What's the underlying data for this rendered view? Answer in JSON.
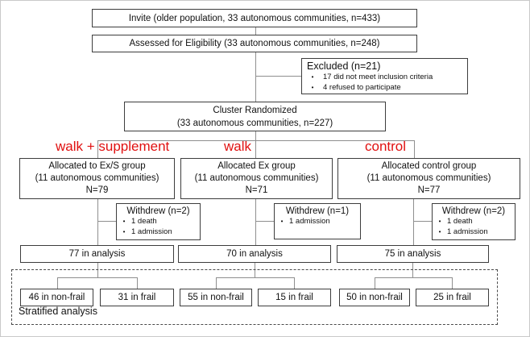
{
  "colors": {
    "red": "#e01010",
    "border": "#3d3d3d",
    "line": "#8f8f8f"
  },
  "glyphs": {
    "bullet": "•"
  },
  "top": {
    "invite": "Invite (older population, 33 autonomous communities, n=433)",
    "assessed": "Assessed for Eligibility (33 autonomous communities, n=248)",
    "excluded": {
      "title": "Excluded (n=21)",
      "reasons": [
        "17 did not meet inclusion criteria",
        "4 refused to participate"
      ]
    },
    "randomized": {
      "line1": "Cluster Randomized",
      "line2": "(33 autonomous communities, n=227)"
    }
  },
  "arm_labels": {
    "left": "walk + supplement",
    "middle": "walk",
    "right": "control"
  },
  "arms": [
    {
      "name": "walk-plus-supplement",
      "allocated": {
        "line1": "Allocated to Ex/S group",
        "line2": "(11 autonomous communities)",
        "line3": "N=79"
      },
      "withdrew": {
        "title": "Withdrew (n=2)",
        "reasons": [
          "1 death",
          "1 admission"
        ]
      },
      "analysis": "77 in analysis",
      "non_frail": "46 in non-frail",
      "frail": "31 in frail"
    },
    {
      "name": "walk",
      "allocated": {
        "line1": "Allocated Ex group",
        "line2": "(11 autonomous communities)",
        "line3": "N=71"
      },
      "withdrew": {
        "title": "Withdrew (n=1)",
        "reasons": [
          "1 admission"
        ]
      },
      "analysis": "70 in analysis",
      "non_frail": "55 in non-frail",
      "frail": "15 in frail"
    },
    {
      "name": "control",
      "allocated": {
        "line1": "Allocated control group",
        "line2": "(11 autonomous communities)",
        "line3": "N=77"
      },
      "withdrew": {
        "title": "Withdrew (n=2)",
        "reasons": [
          "1 death",
          "1 admission"
        ]
      },
      "analysis": "75 in analysis",
      "non_frail": "50 in non-frail",
      "frail": "25 in frail"
    }
  ],
  "stratified_label": "Stratified analysis"
}
